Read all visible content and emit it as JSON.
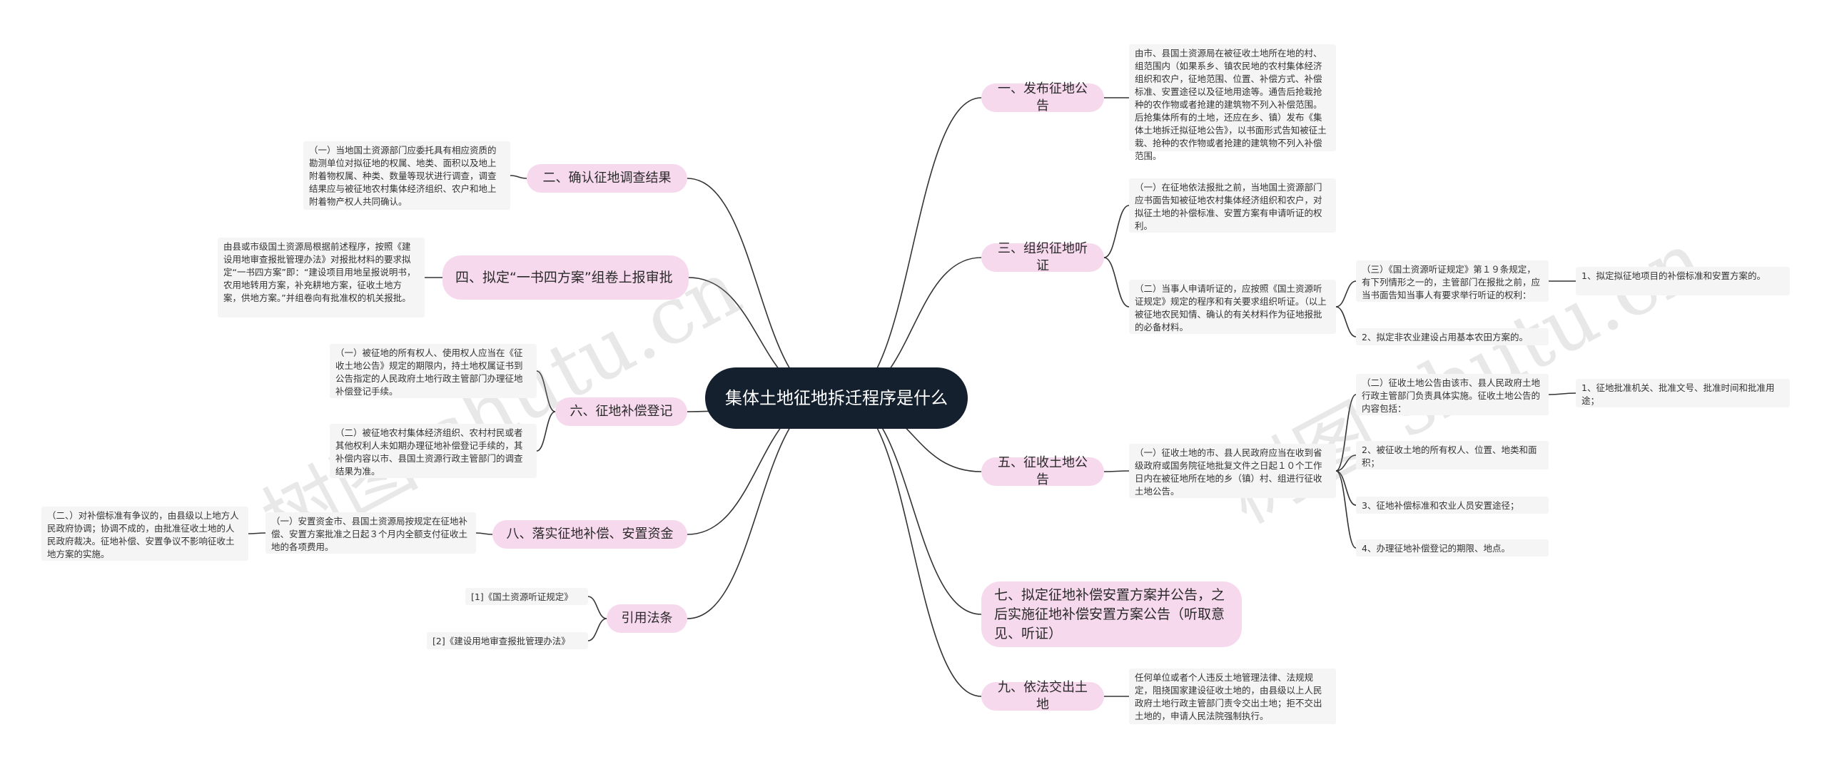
{
  "center": "集体土地征地拆迁程序是什么",
  "branches": {
    "b1": "一、发布征地公告",
    "b2": "二、确认征地调查结果",
    "b3": "三、组织征地听证",
    "b4": "四、拟定“一书四方案”组卷上报审批",
    "b5": "五、征收土地公告",
    "b6": "六、征地补偿登记",
    "b7": "七、拟定征地补偿安置方案并公告，之后实施征地补偿安置方案公告（听取意见、听证）",
    "b8": "八、落实征地补偿、安置资金",
    "b9": "九、依法交出土地",
    "b10": "引用法条"
  },
  "leaves": {
    "b1_text": "由市、县国土资源局在被征收土地所在地的村、组范围内（如果系乡、镇农民地的农村集体经济组织和农户，征地范围、位置、补偿方式、补偿标准、安置途径以及征地用途等。通告后抢栽抢种的农作物或者抢建的建筑物不列入补偿范围。后抢集体所有的土地，还应在乡、镇）发布《集体土地拆迁拟征地公告》，以书面形式告知被征土栽、抢种的农作物或者抢建的建筑物不列入补偿范围。",
    "b2_text": "（一）当地国土资源部门应委托具有相应资质的勘测单位对拟征地的权属、地类、面积以及地上附着物权属、种类、数量等现状进行调查，调查结果应与被征地农村集体经济组织、农户和地上附着物产权人共同确认。",
    "b3_t1": "（一）在征地依法报批之前，当地国土资源部门应书面告知被征地农村集体经济组织和农户，对拟征土地的补偿标准、安置方案有申请听证的权利。",
    "b3_t2": "（二）当事人申请听证的，应按照《国土资源听证规定》规定的程序和有关要求组织听证。（以上被征地农民知情、确认的有关材料作为征地报批的必备材料。",
    "b3_t2a": "（三）《国土资源听证规定》第１９条规定，有下列情形之一的，主管部门在报批之前，应当书面告知当事人有要求举行听证的权利：",
    "b3_t2a1": "1、拟定拟征地项目的补偿标准和安置方案的。",
    "b3_t2b": "2、拟定非农业建设占用基本农田方案的。",
    "b4_text": "由县或市级国土资源局根据前述程序，按照《建设用地审查报批管理办法》对报批材料的要求拟定“一书四方案”即：“建设项目用地呈报说明书，农用地转用方案，补充耕地方案，征收土地方案，供地方案。”并组卷向有批准权的机关报批。",
    "b5_t1": "（一）征收土地的市、县人民政府应当在收到省级政府或国务院征地批复文件之日起１０个工作日内在被征地所在地的乡（镇）村、组进行征收土地公告。",
    "b5_t1a": "（二）征收土地公告由该市、县人民政府土地行政主管部门负责具体实施。征收土地公告的内容包括：",
    "b5_t1a1": "1、征地批准机关、批准文号、批准时间和批准用途；",
    "b5_t1b": "2、被征收土地的所有权人、位置、地类和面积；",
    "b5_t1c": "3、征地补偿标准和农业人员安置途径；",
    "b5_t1d": "4、办理征地补偿登记的期限、地点。",
    "b6_t1": "（一）被征地的所有权人、使用权人应当在《征收土地公告》规定的期限内，持土地权属证书到公告指定的人民政府土地行政主管部门办理征地补偿登记手续。",
    "b6_t2": "（二）被征地农村集体经济组织、农村村民或者其他权利人未如期办理征地补偿登记手续的，其补偿内容以市、县国土资源行政主管部门的调查结果为准。",
    "b8_t1": "（一）安置资金市、县国土资源局按规定在征地补偿、安置方案批准之日起３个月内全额支付征收土地的各项费用。",
    "b8_t1a": "（二、）对补偿标准有争议的，由县级以上地方人民政府协调；协调不成的，由批准征收土地的人民政府裁决。征地补偿、安置争议不影响征收土地方案的实施。",
    "b9_text": "任何单位或者个人违反土地管理法律、法规规定，阻挠国家建设征收土地的，由县级以上人民政府土地行政主管部门责令交出土地；拒不交出土地的，申请人民法院强制执行。",
    "ref1": "[1]《国土资源听证规定》",
    "ref2": "[2]《建设用地审查报批管理办法》"
  },
  "watermarks": [
    "树图 shutu.cn",
    "树图 shutu.cn"
  ],
  "colors": {
    "center_bg": "#14202e",
    "branch_bg": "#f7d9ee",
    "leaf_bg": "#f5f5f5",
    "line": "#333333"
  }
}
